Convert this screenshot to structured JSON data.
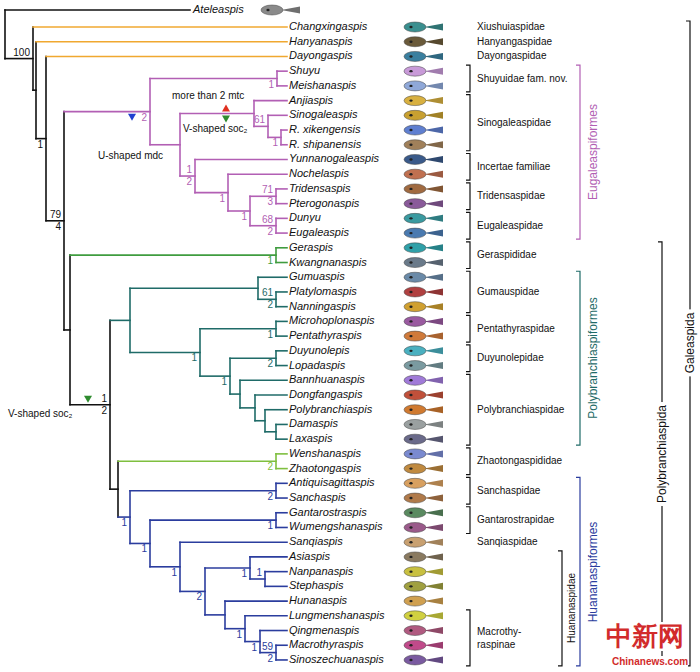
{
  "diagram": {
    "labels": [
      "Ateleaspis",
      "Changxingaspis",
      "Hanyanaspis",
      "Dayongaspis",
      "Shuyu",
      "Meishanaspis",
      "Anjiaspis",
      "Sinogaleaspis",
      "R. xikengensis",
      "R. shipanensis",
      "Yunnanogaleaspis",
      "Nochelaspis",
      "Tridensaspis",
      "Pterogonaspis",
      "Dunyu",
      "Eugaleaspis",
      "Geraspis",
      "Kwangnanaspis",
      "Gumuaspis",
      "Platylomaspis",
      "Nanningaspis",
      "Microhoplonaspis",
      "Pentathyraspis",
      "Duyunolepis",
      "Lopadaspis",
      "Bannhuanaspis",
      "Dongfangaspis",
      "Polybranchiaspis",
      "Damaspis",
      "Laxaspis",
      "Wenshanaspis",
      "Zhaotongaspis",
      "Antiquisagittaspis",
      "Sanchaspis",
      "Gantarostraspis",
      "Wumengshanaspis",
      "Sanqiaspis",
      "Asiaspis",
      "Nanpanaspis",
      "Stephaspis",
      "Hunanaspis",
      "Lungmenshanaspis",
      "Qingmenaspis",
      "Macrothyraspis",
      "Sinoszechuanaspis",
      "Xiushuiaspidae",
      "Hanyangaspidae",
      "Dayongaspidae",
      "Shuyuidae fam. nov.",
      "Sinogaleaspidae",
      "Incertae familiae",
      "Tridensaspidae",
      "Eugaleaspidae",
      "Geraspididae",
      "Gumauspidae",
      "Pentathyraspidae",
      "Duyunolepidae",
      "Polybranchiaspidae",
      "Zhaotongaspididae",
      "Sanchaspidae",
      "Gantarostrapidae",
      "Sanqiaspidae",
      "Macrothy- raspinae",
      "Eugaleaspiformes",
      "Polybranchiaspiformes",
      "Huananaspiformes",
      "Huananaspidae",
      "Polybranchiaspida",
      "Galeaspida",
      "more than 2 mtc",
      "V-shaped soc₂",
      "U-shaped mdc",
      "V-shaped soc₂",
      "100",
      "1",
      "79",
      "4",
      "2",
      "1",
      "61",
      "1",
      "1",
      "2",
      "1",
      "71",
      "3",
      "1",
      "68",
      "2",
      "1",
      "61",
      "2",
      "1",
      "1",
      "2",
      "1",
      "1",
      "2",
      "2",
      "2",
      "1",
      "1",
      "1",
      "1",
      "1",
      "1",
      "2",
      "1",
      "1",
      "59",
      "2",
      "中新网",
      "Chinanews.com"
    ]
  }
}
